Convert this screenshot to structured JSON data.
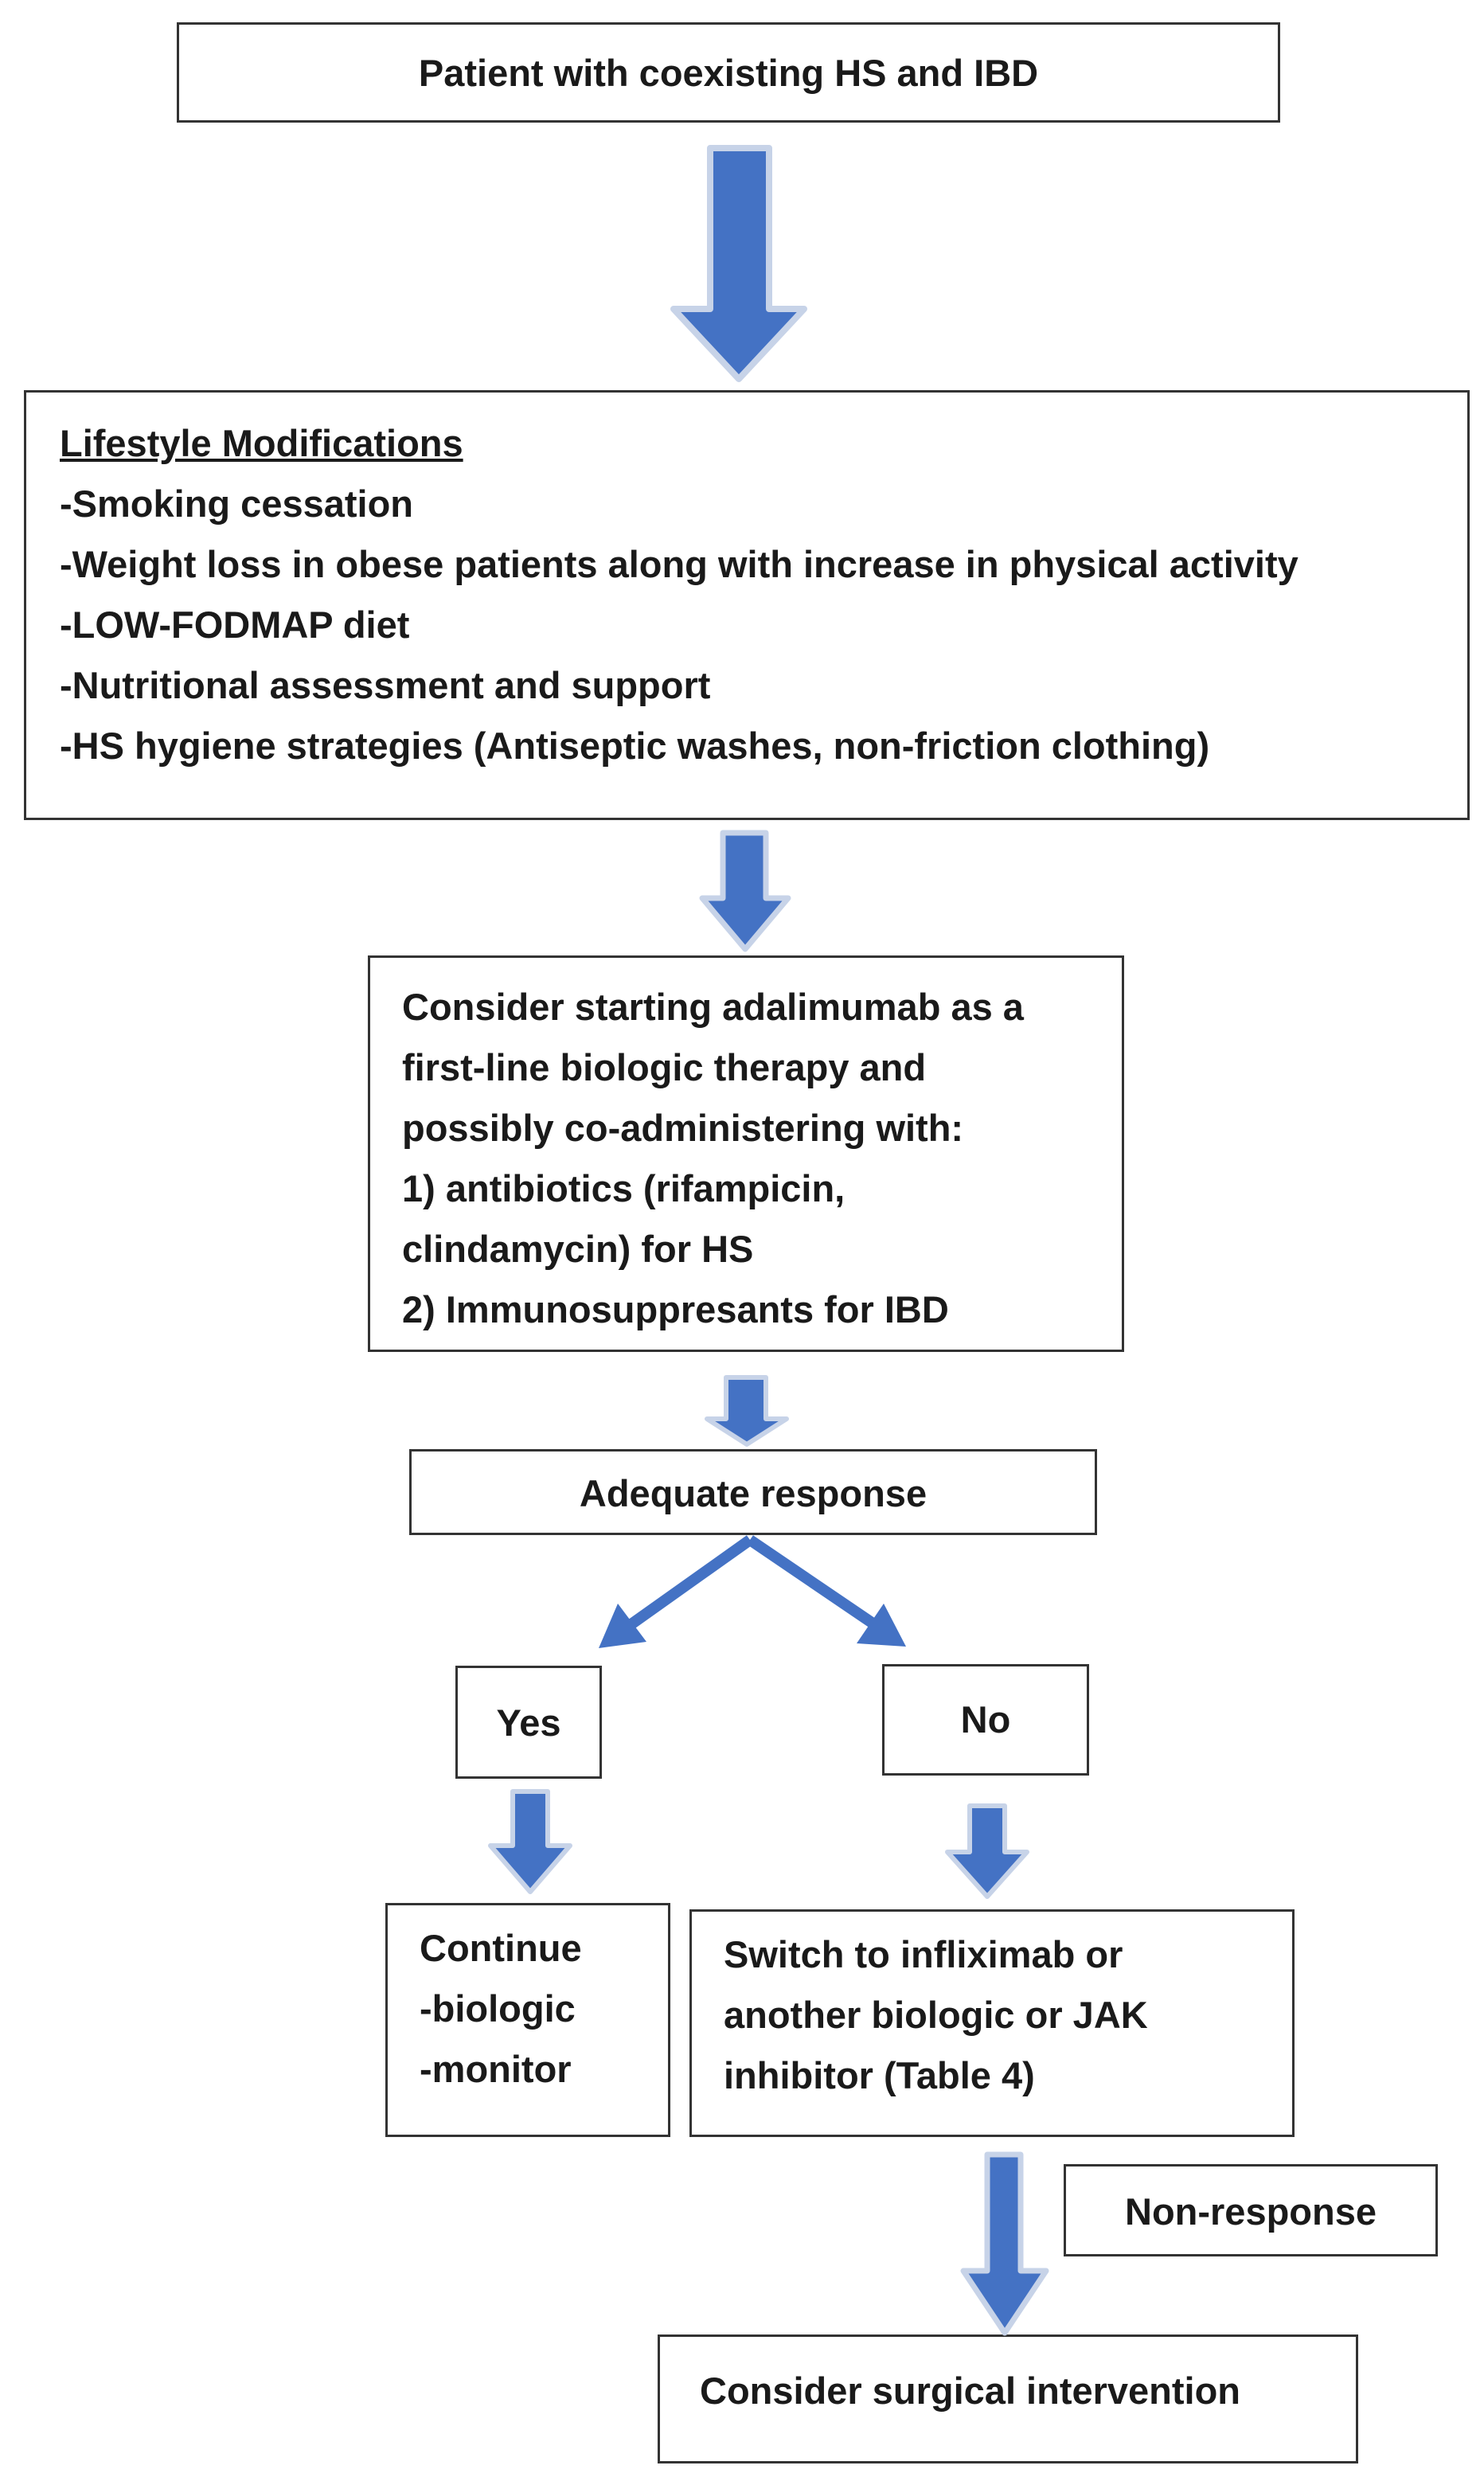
{
  "colors": {
    "arrow_fill": "#4472c4",
    "arrow_outline": "#c7d3e8",
    "box_border": "#333333",
    "text": "#1a1a1a"
  },
  "nodes": {
    "start": "Patient with coexisting HS and IBD",
    "lifestyle": {
      "title": "Lifestyle Modifications",
      "items": [
        "-Smoking cessation",
        "-Weight loss in obese patients  along with increase in physical activity",
        "-LOW-FODMAP diet",
        "-Nutritional assessment and support",
        "-HS hygiene strategies (Antiseptic washes, non-friction clothing)"
      ]
    },
    "first_line": [
      "Consider starting adalimumab as a",
      "first-line biologic therapy and",
      "possibly co-administering with:",
      "1) antibiotics (rifampicin,",
      "clindamycin) for HS",
      "2) Immunosuppresants for IBD"
    ],
    "decision": "Adequate response",
    "yes": "Yes",
    "no": "No",
    "continue": [
      "Continue",
      "-biologic",
      "-monitor"
    ],
    "switch": [
      "Switch to infliximab or",
      "another biologic or JAK",
      "inhibitor (Table 4)"
    ],
    "non_response": "Non-response",
    "surgery": "Consider surgical intervention"
  }
}
